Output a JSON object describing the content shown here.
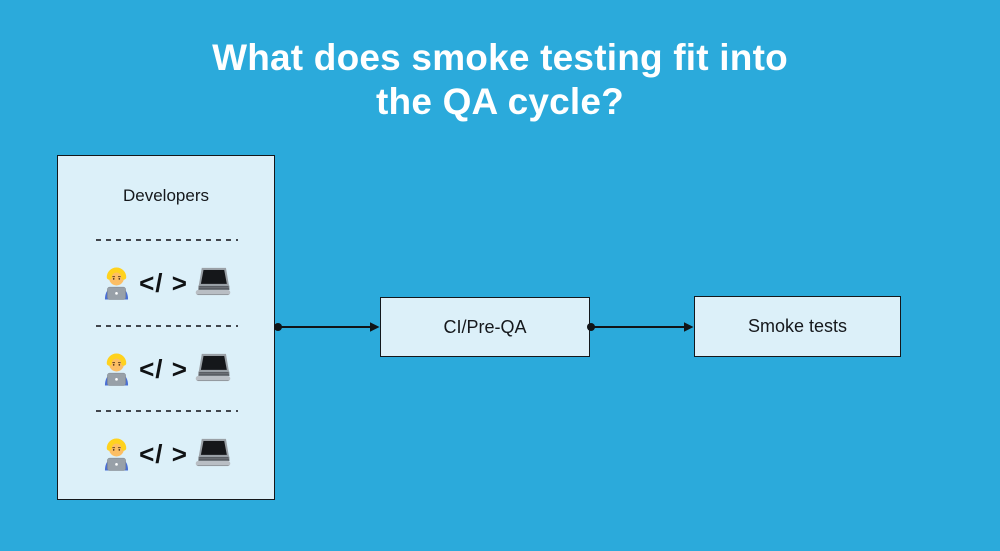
{
  "title": {
    "line1": "What does smoke testing fit into",
    "line2": "the QA cycle?"
  },
  "diagram": {
    "developers": {
      "label": "Developers",
      "code_label": "</ >",
      "row_count": 3,
      "icons": {
        "person": "man-technologist-emoji",
        "laptop": "laptop-emoji"
      }
    },
    "stages": {
      "ci": {
        "label": "CI/Pre-QA"
      },
      "smoke": {
        "label": "Smoke tests"
      }
    },
    "flow": [
      "Developers",
      "CI/Pre-QA",
      "Smoke tests"
    ]
  },
  "colors": {
    "background": "#2BAADB",
    "box_fill": "#DCF0F9",
    "box_border": "#14181C",
    "connector": "#111417",
    "title_text": "#FFFFFF",
    "dashed_divider": "#41464D"
  }
}
